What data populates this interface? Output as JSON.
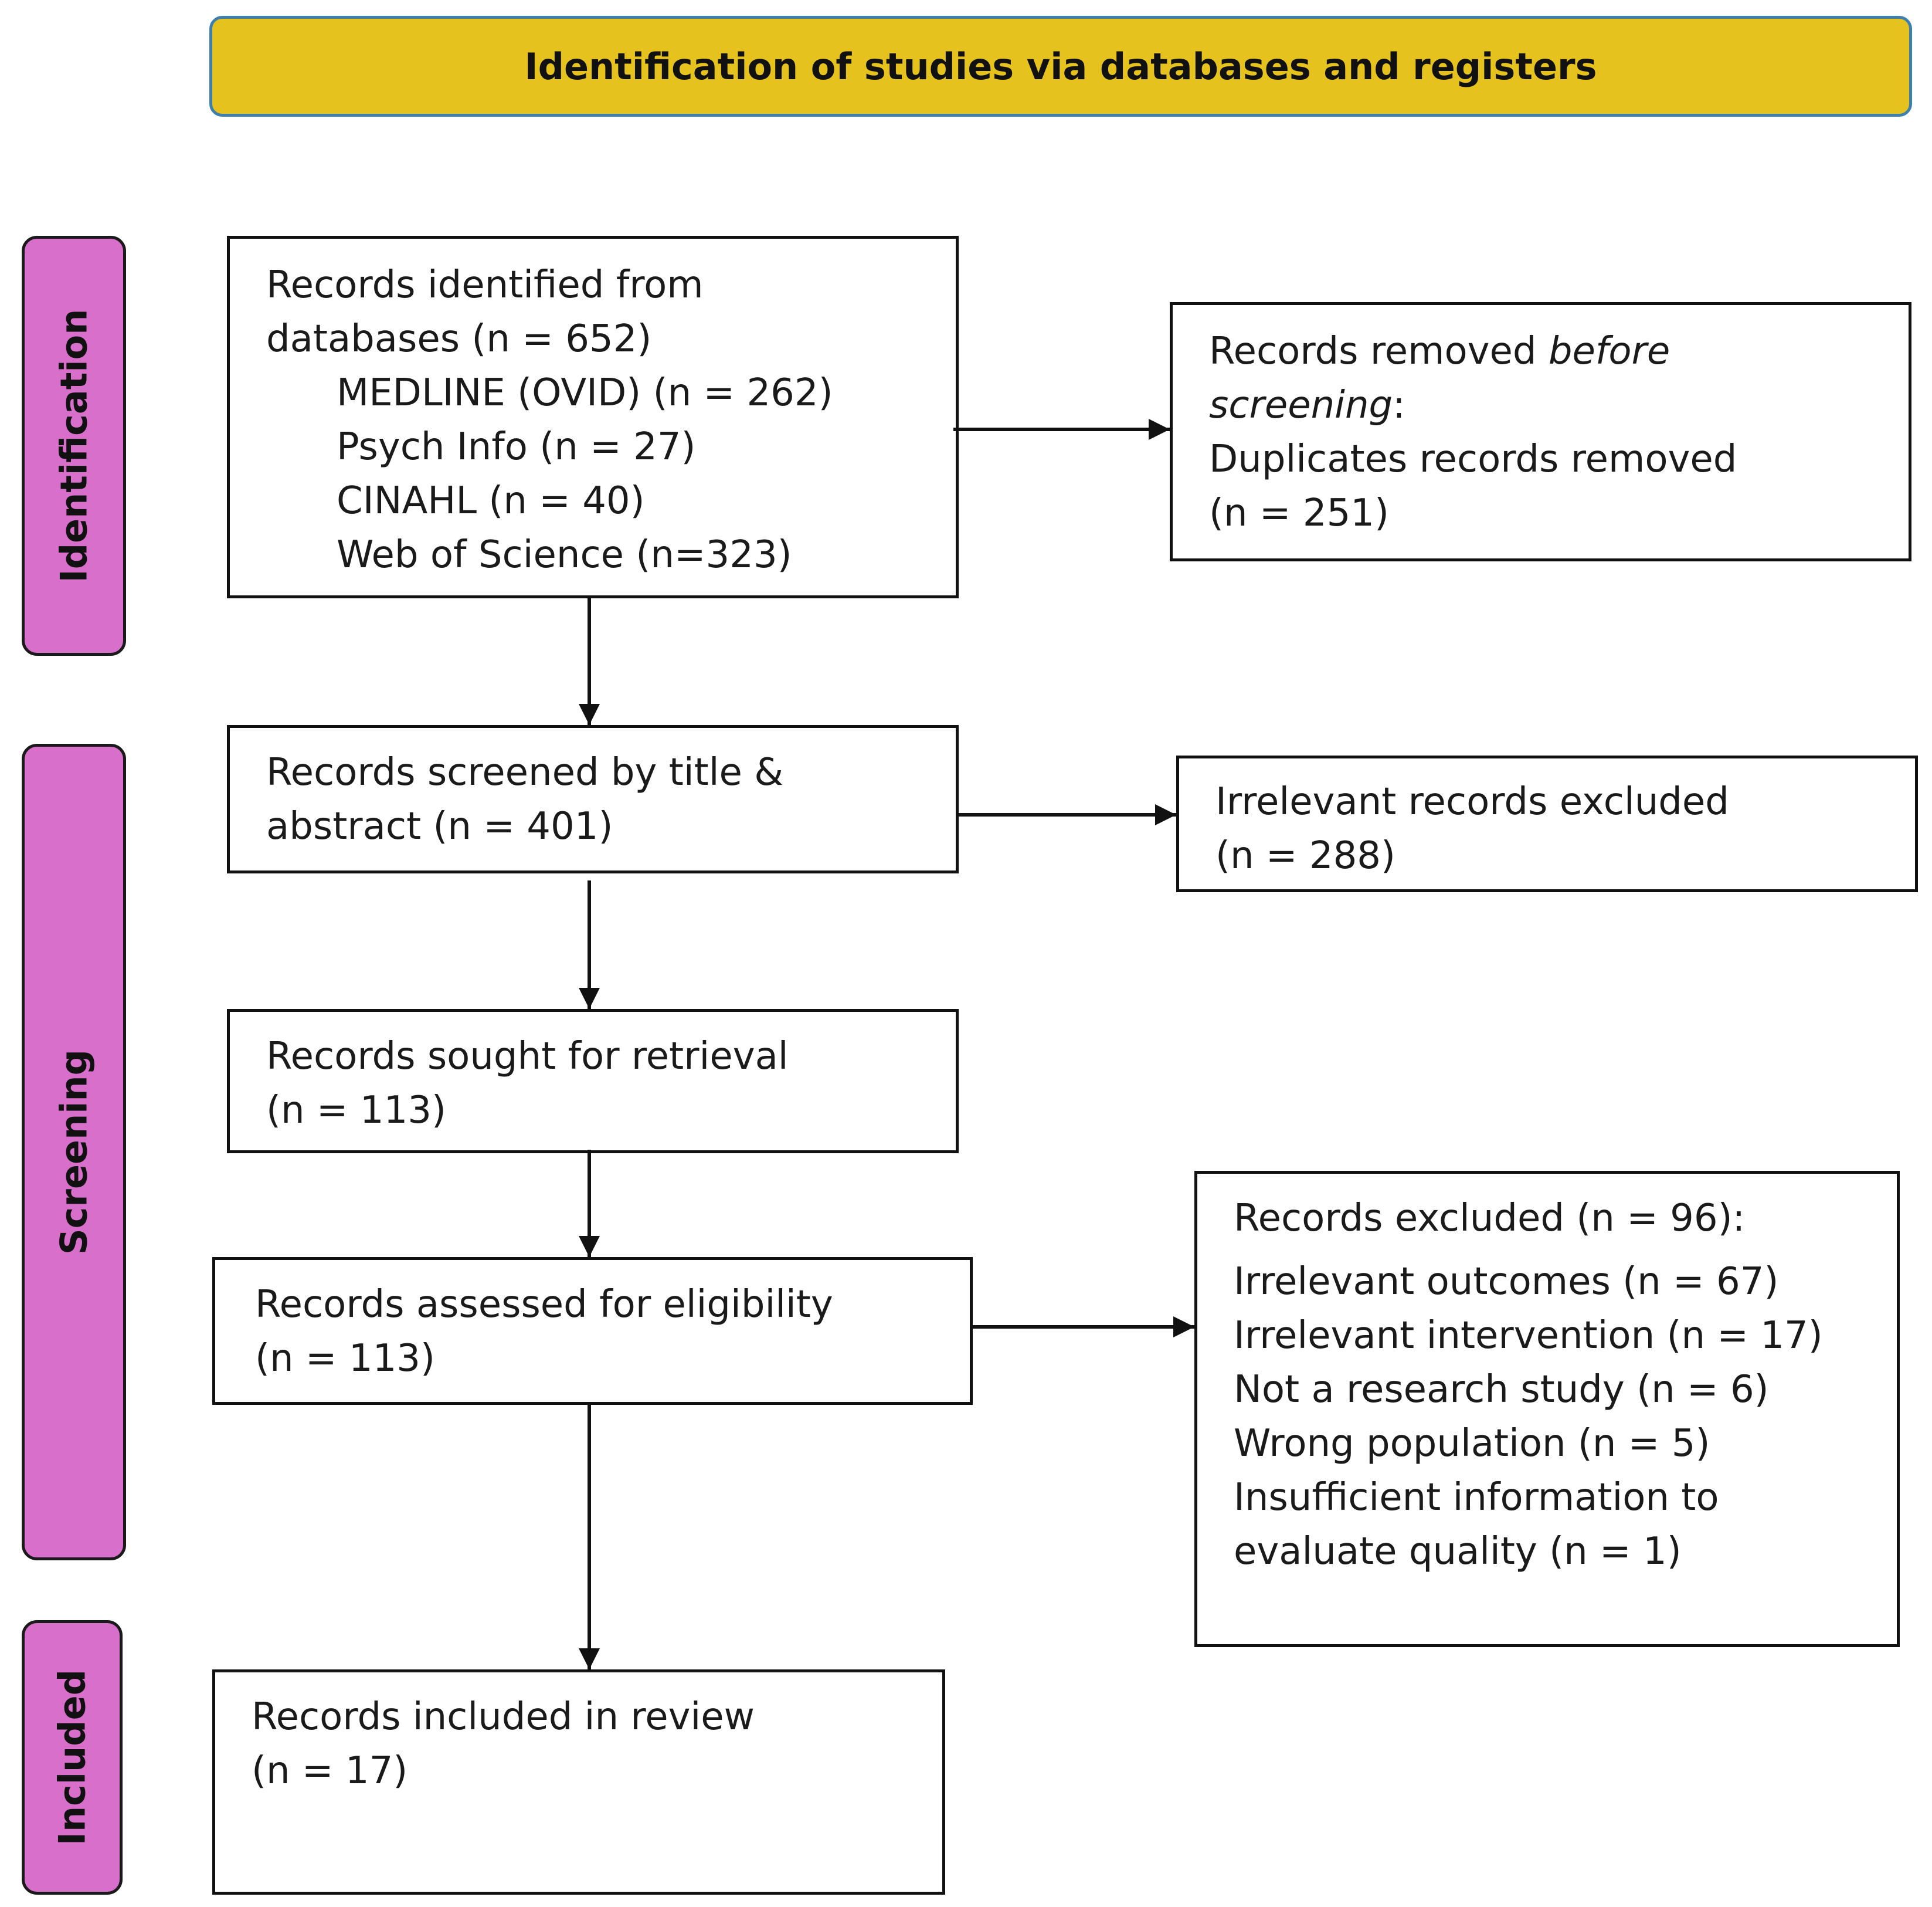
{
  "banner": {
    "title": "Identification of studies via databases and registers"
  },
  "phases": {
    "identification": "Identification",
    "screening": "Screening",
    "included": "Included"
  },
  "boxes": {
    "identified": {
      "line1": "Records identified from",
      "line2": "databases (n = 652)",
      "sources": [
        "MEDLINE (OVID) (n = 262)",
        "Psych Info (n = 27)",
        "CINAHL (n = 40)",
        "Web of Science (n=323)"
      ]
    },
    "removed": {
      "line1_prefix": "Records removed ",
      "line1_italic": "before",
      "line2_italic": "screening",
      "line2_suffix": ":",
      "line3": "Duplicates records removed",
      "line4": "(n = 251)"
    },
    "screened": {
      "line1": "Records screened by title &",
      "line2": "abstract (n = 401)"
    },
    "irrelevant": {
      "line1": "Irrelevant records excluded",
      "line2": "(n = 288)"
    },
    "sought": {
      "line1": "Records sought for retrieval",
      "line2": "(n = 113)"
    },
    "assessed": {
      "line1": "Records assessed for eligibility",
      "line2": "(n = 113)"
    },
    "excluded": {
      "header": "Records excluded (n = 96):",
      "reasons": [
        "Irrelevant outcomes (n = 67)",
        "Irrelevant intervention (n = 17)",
        "Not a research study (n = 6)",
        "Wrong population (n = 5)",
        "Insufficient information to",
        "evaluate quality (n = 1)"
      ]
    },
    "included": {
      "line1": "Records included in review",
      "line2": "(n = 17)"
    }
  }
}
